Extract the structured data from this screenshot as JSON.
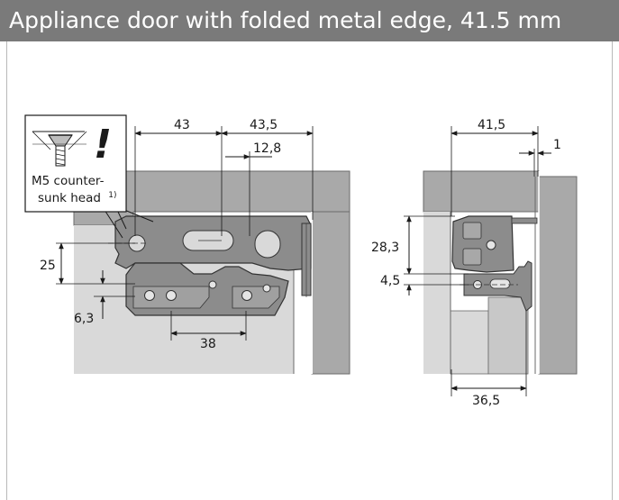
{
  "title": "Appliance door with folded metal edge, 41.5 mm",
  "callout": {
    "line1": "M5 counter-",
    "line2": "sunk head",
    "footnote_mark": "1)",
    "warning_glyph": "!",
    "icon": "countersunk-screw-icon"
  },
  "front_view": {
    "dim_43": "43",
    "dim_43_5": "43,5",
    "dim_12_8": "12,8",
    "dim_25": "25",
    "dim_6_3": "6,3",
    "dim_38": "38"
  },
  "side_view": {
    "dim_41_5": "41,5",
    "dim_1": "1",
    "dim_28_3": "28,3",
    "dim_4_5": "4,5",
    "dim_36_5": "36,5"
  },
  "colors": {
    "title_bar": "#7a7a7a",
    "panel_grey": "#a9a9a9",
    "light_grey": "#d9d9d9",
    "part_grey": "#8c8c8c",
    "ink": "#1a1a1a"
  }
}
